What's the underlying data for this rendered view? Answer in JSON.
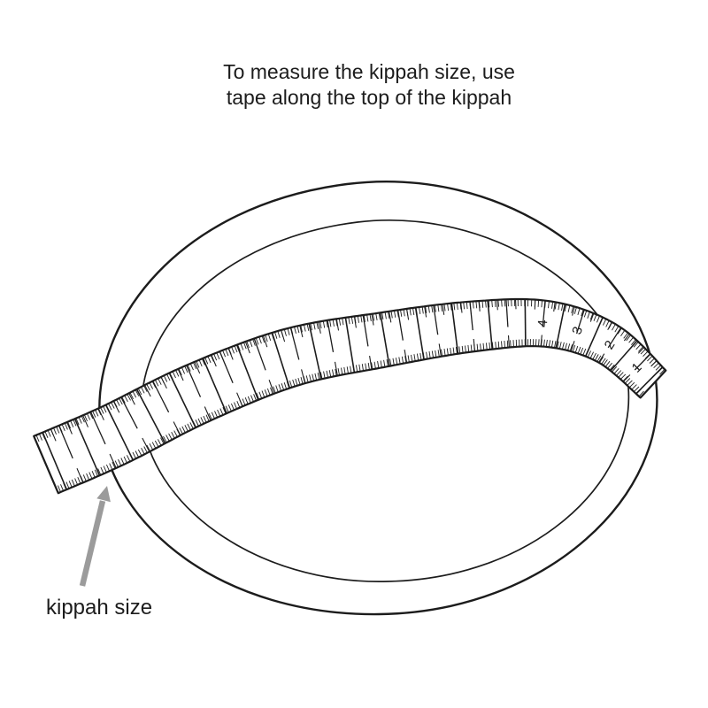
{
  "diagram": {
    "title_line1": "To measure the kippah size, use",
    "title_line2": "tape along the top of the kippah",
    "pointer_label": "kippah size",
    "tape_numbers": [
      "1",
      "2",
      "3",
      "4"
    ]
  },
  "style": {
    "line_color": "#1c1c1c",
    "arrow_color": "#9b9b9b",
    "background": "#ffffff"
  }
}
